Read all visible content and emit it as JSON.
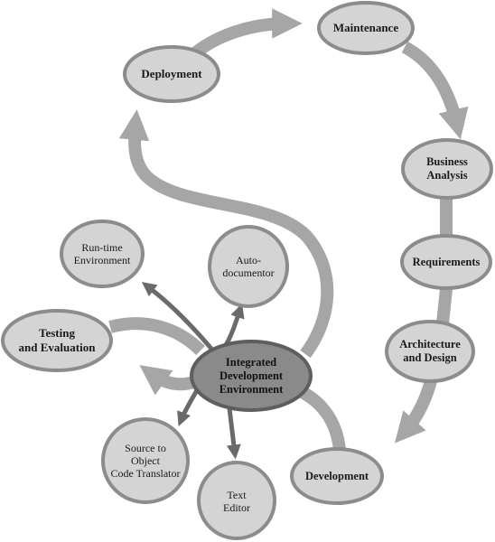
{
  "lifecycle": {
    "deployment": "Deployment",
    "maintenance": "Maintenance",
    "business_analysis": "Business\nAnalysis",
    "requirements": "Requirements",
    "architecture": "Architecture\nand Design",
    "development": "Development"
  },
  "ide": {
    "center": "Integrated\nDevelopment\nEnvironment",
    "runtime": "Run-time\nEnvironment",
    "autodoc": "Auto-\ndocumentor",
    "testing": "Testing\nand Evaluation",
    "translator": "Source to\nObject\nCode Translator",
    "editor": "Text\nEditor"
  },
  "colors": {
    "node_fill": "#d4d4d4",
    "node_stroke": "#8c8c8c",
    "center_fill": "#8a8a8a",
    "center_stroke": "#5e5e5e",
    "cycle_arrow": "#a6a6a6",
    "tool_arrow": "#6a6a6a"
  }
}
